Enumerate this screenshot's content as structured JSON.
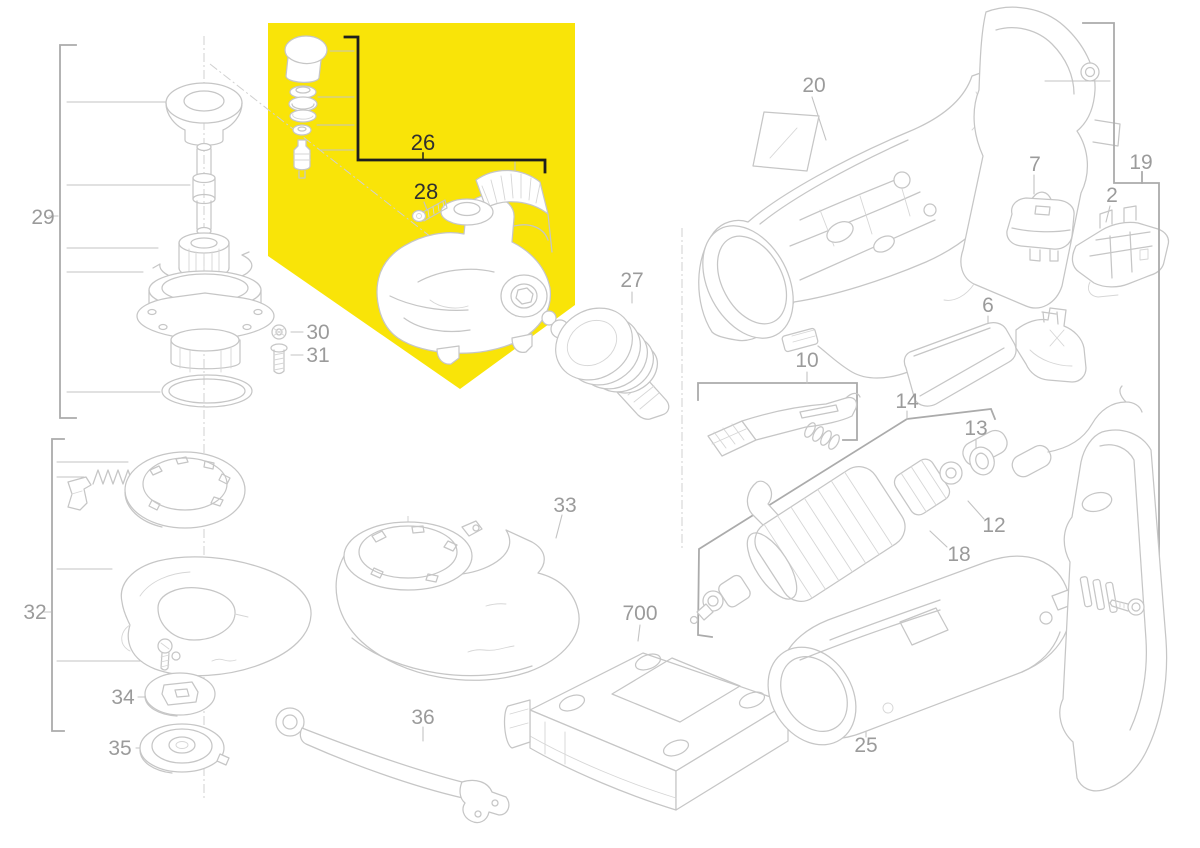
{
  "diagram": {
    "kind": "exploded-parts-diagram",
    "highlighted_group": "26",
    "colors": {
      "background": "#ffffff",
      "highlight": "#f9e408",
      "line_art": "#c6c6c6",
      "bracket_gray": "#ababab",
      "bracket_black": "#1e1e1e",
      "label_gray": "#9b9b9b",
      "label_dark": "#303030"
    }
  },
  "parts": {
    "p2": "2",
    "p6": "6",
    "p7": "7",
    "p10": "10",
    "p12": "12",
    "p13": "13",
    "p14": "14",
    "p18": "18",
    "p19": "19",
    "p20": "20",
    "p25": "25",
    "p26": "26",
    "p27": "27",
    "p28": "28",
    "p29": "29",
    "p30": "30",
    "p31": "31",
    "p32": "32",
    "p33": "33",
    "p34": "34",
    "p35": "35",
    "p36": "36",
    "p700": "700"
  }
}
